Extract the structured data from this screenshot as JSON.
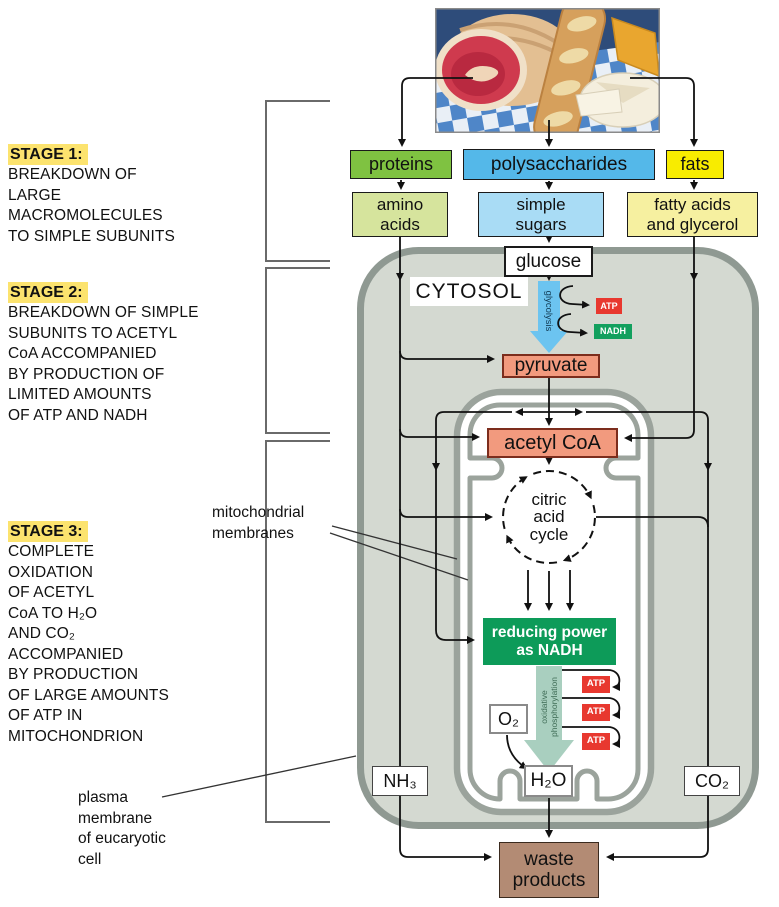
{
  "stages": {
    "s1": {
      "heading": "STAGE 1:",
      "body": "BREAKDOWN OF\nLARGE\nMACROMOLECULES\nTO SIMPLE SUBUNITS"
    },
    "s2": {
      "heading": "STAGE 2:",
      "body": "BREAKDOWN OF SIMPLE\nSUBUNITS TO ACETYL\nCoA  ACCOMPANIED\nBY PRODUCTION OF\nLIMITED AMOUNTS\nOF ATP AND NADH"
    },
    "s3": {
      "heading": "STAGE 3:",
      "body": "COMPLETE\nOXIDATION\nOF ACETYL\nCoA TO H₂O\nAND CO₂\nACCOMPANIED\nBY PRODUCTION\nOF LARGE AMOUNTS\nOF ATP IN\nMITOCHONDRION"
    }
  },
  "labels": {
    "cytosol": "CYTOSOL",
    "glycolysis": "glycolysis",
    "oxidative_phosphorylation": "oxidative\nphosphorylation",
    "mitochondrial_membranes": "mitochondrial\nmembranes",
    "plasma_membrane": "plasma\nmembrane\nof eucaryotic\ncell"
  },
  "nodes": {
    "proteins": "proteins",
    "polysaccharides": "polysaccharides",
    "fats": "fats",
    "amino_acids": "amino\nacids",
    "simple_sugars": "simple\nsugars",
    "fatty_acids": "fatty acids\nand glycerol",
    "glucose": "glucose",
    "pyruvate": "pyruvate",
    "acetyl_coa": "acetyl CoA",
    "citric_acid_cycle": "citric\nacid\ncycle",
    "reducing_power": "reducing power\nas NADH",
    "atp": "ATP",
    "nadh": "NADH",
    "o2": "O₂",
    "h2o": "H₂O",
    "nh3": "NH₃",
    "co2": "CO₂",
    "waste_products": "waste\nproducts"
  },
  "colors": {
    "highlight_yellow": "#fce36e",
    "cell_fill": "#d4d9d1",
    "membrane_gray": "#8f9992",
    "mito_membrane": "#9ba39c",
    "proteins_green": "#7fc241",
    "polysaccharides_blue": "#54b8e9",
    "fats_yellow": "#f8ec00",
    "amino_green": "#d6e49d",
    "sugars_blue": "#a9dcf5",
    "fatty_yellow": "#f6f0a0",
    "pyruvate_salmon": "#f29a7e",
    "atp_red": "#e8382f",
    "nadh_green": "#12a05e",
    "reducing_green": "#0d9b59",
    "glycolysis_blue": "#6cc4f0",
    "oxphos_green": "#a9cfbf",
    "waste_brown": "#b38b74"
  }
}
